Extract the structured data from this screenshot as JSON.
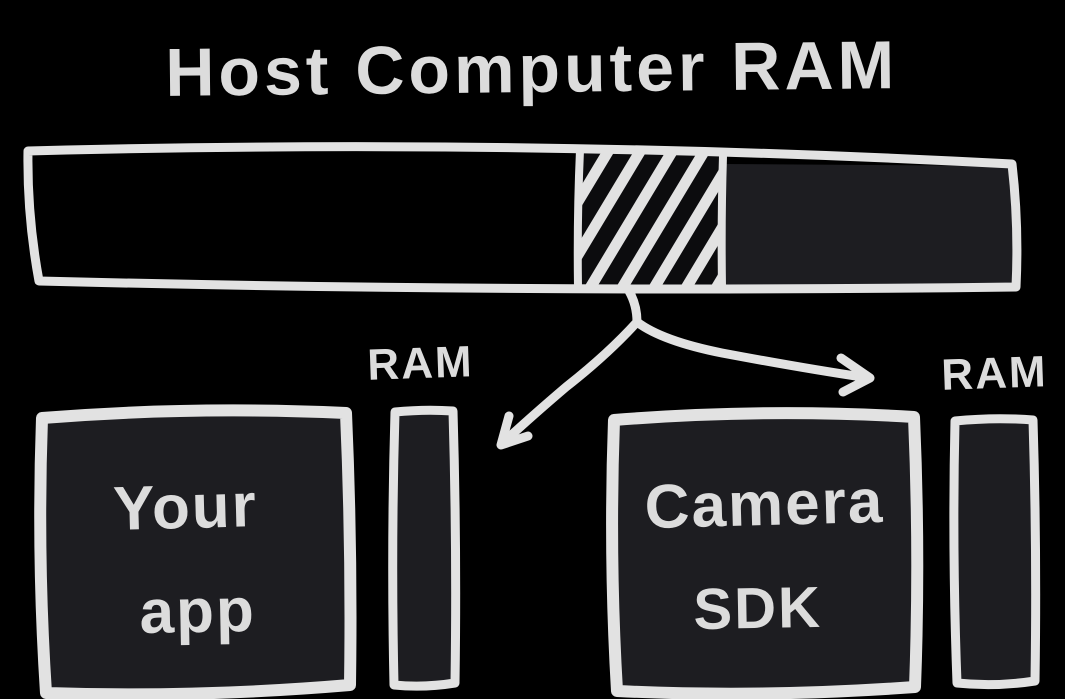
{
  "title": "Host Computer RAM",
  "colors": {
    "background": "#000000",
    "ink": "#e2e2e2",
    "text": "#dcdcdc",
    "panel_fill": "#1d1d21",
    "hatch_background": "#0c0c0e"
  },
  "host_bar": {
    "description": "horizontal memory bar",
    "segments": [
      {
        "name": "free-left-segment",
        "style": "empty"
      },
      {
        "name": "shared-segment",
        "style": "hatched-diagonal-stripes"
      },
      {
        "name": "allocated-right-segment",
        "style": "solid-dark-fill"
      }
    ]
  },
  "arrows": {
    "description": "forked arrow from hatched segment splitting left-down and right"
  },
  "labels": {
    "ram_left": "RAM",
    "ram_right": "RAM"
  },
  "your_app_box": {
    "line1": "Your",
    "line2": "app"
  },
  "camera_sdk_box": {
    "line1": "Camera",
    "line2": "SDK"
  }
}
